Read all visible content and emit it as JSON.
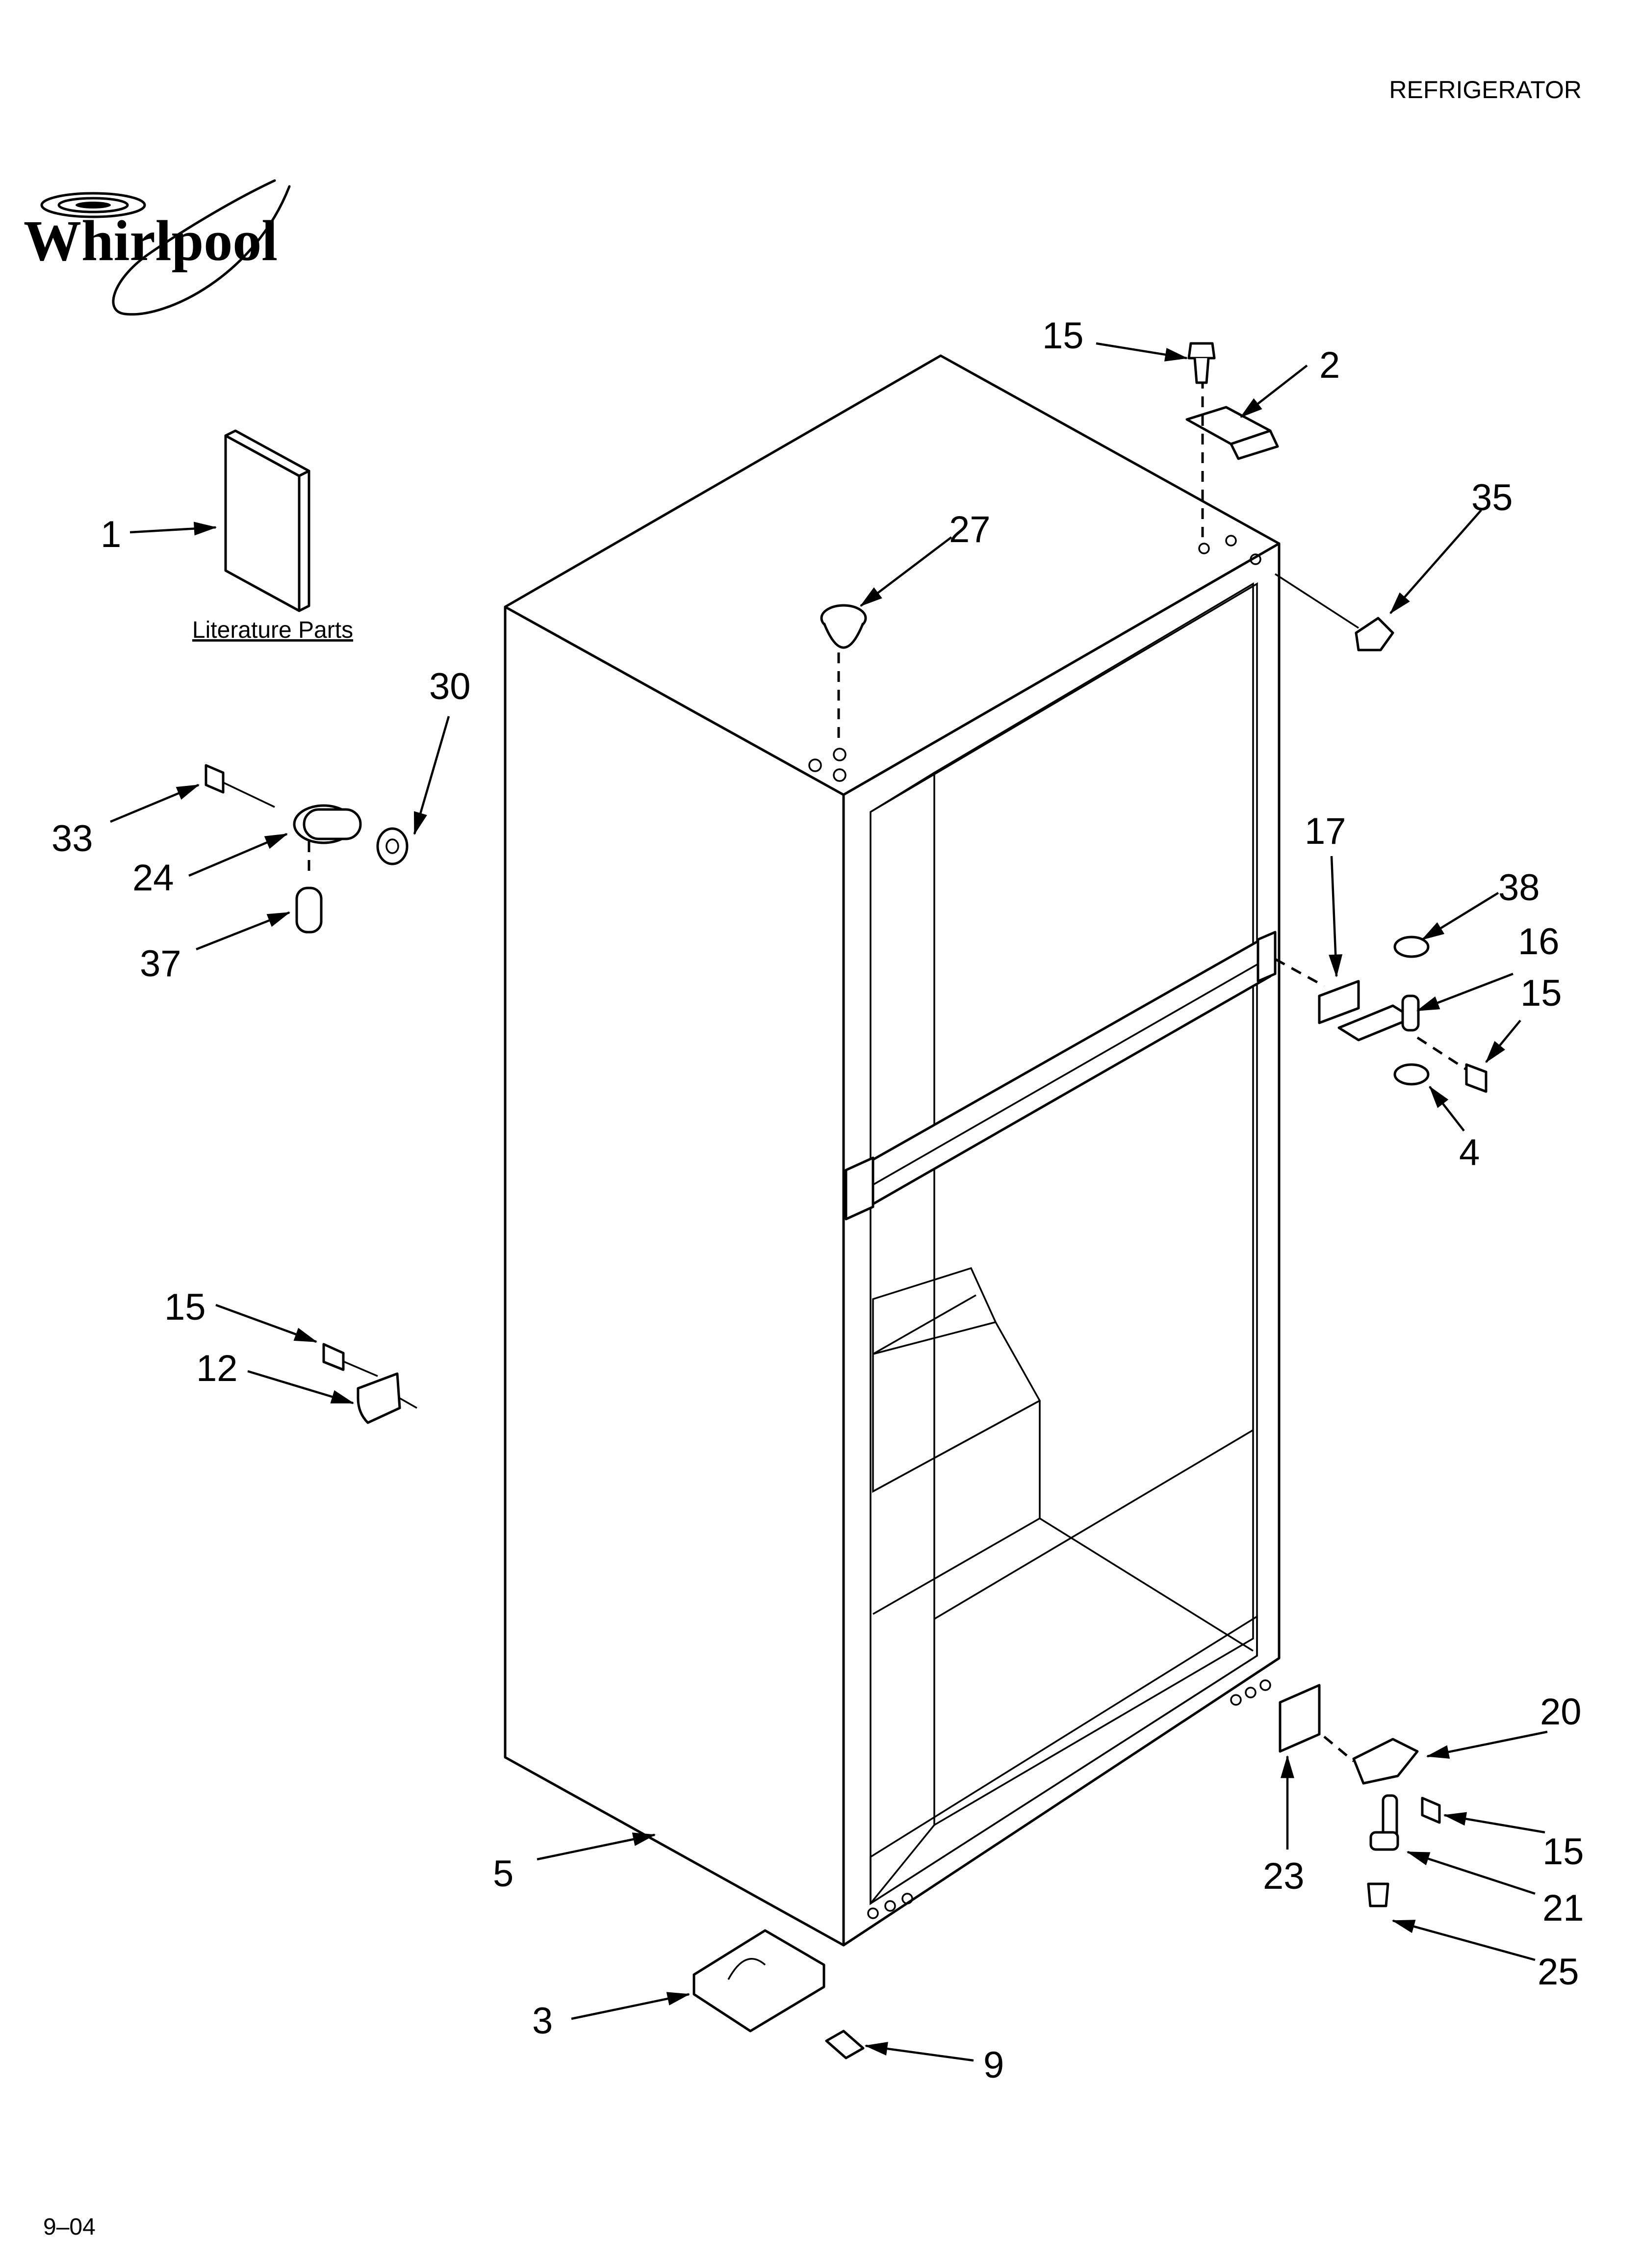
{
  "header": {
    "category": "REFRIGERATOR"
  },
  "brand": {
    "name": "Whirlpool"
  },
  "footer": {
    "date_code": "9–04"
  },
  "caption": {
    "literature": "Literature Parts"
  },
  "callouts": {
    "c1": "1",
    "c2": "2",
    "c3": "3",
    "c4": "4",
    "c5": "5",
    "c9": "9",
    "c12": "12",
    "c15a": "15",
    "c15b": "15",
    "c15c": "15",
    "c15d": "15",
    "c16": "16",
    "c17": "17",
    "c20": "20",
    "c21": "21",
    "c23": "23",
    "c24": "24",
    "c25": "25",
    "c27": "27",
    "c30": "30",
    "c33": "33",
    "c35": "35",
    "c37": "37",
    "c38": "38"
  }
}
